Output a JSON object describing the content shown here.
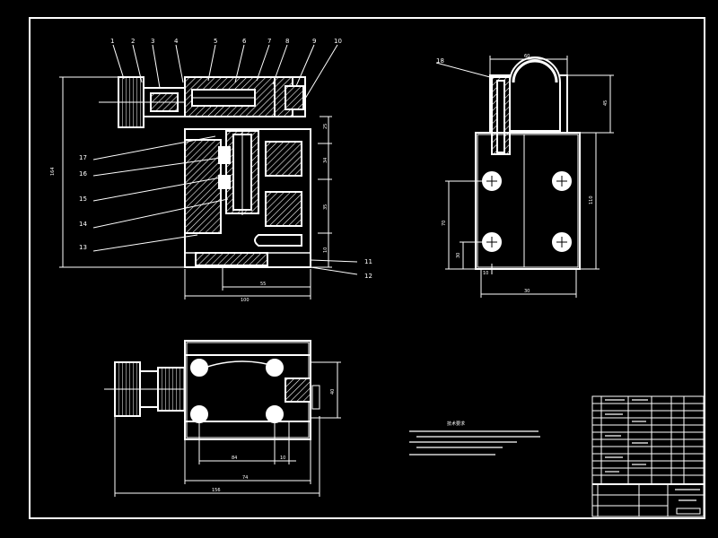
{
  "colors": {
    "background": "#000000",
    "line": "#ffffff"
  },
  "front_view": {
    "balloons": [
      "1",
      "2",
      "3",
      "4",
      "5",
      "6",
      "7",
      "8",
      "9",
      "10",
      "11",
      "12",
      "13",
      "14",
      "15",
      "16",
      "17"
    ],
    "dims": {
      "total_height": "164",
      "bottom_width": "100",
      "inner_width": "55",
      "v1": "25",
      "v2": "34",
      "v3": "35",
      "v4": "10"
    }
  },
  "side_view": {
    "balloons": [
      "18"
    ],
    "dims": {
      "top_width": "60",
      "right_height_top": "45",
      "right_height_main": "110",
      "left_height": "70",
      "left_small": "30",
      "bottom_width": "30",
      "bottom_small": "10"
    }
  },
  "top_view": {
    "dims": {
      "inner_span": "84",
      "inner_small": "10",
      "middle_span": "74",
      "overall_width": "156",
      "side_height": "40"
    }
  },
  "notes": {
    "title": "技术要求"
  }
}
